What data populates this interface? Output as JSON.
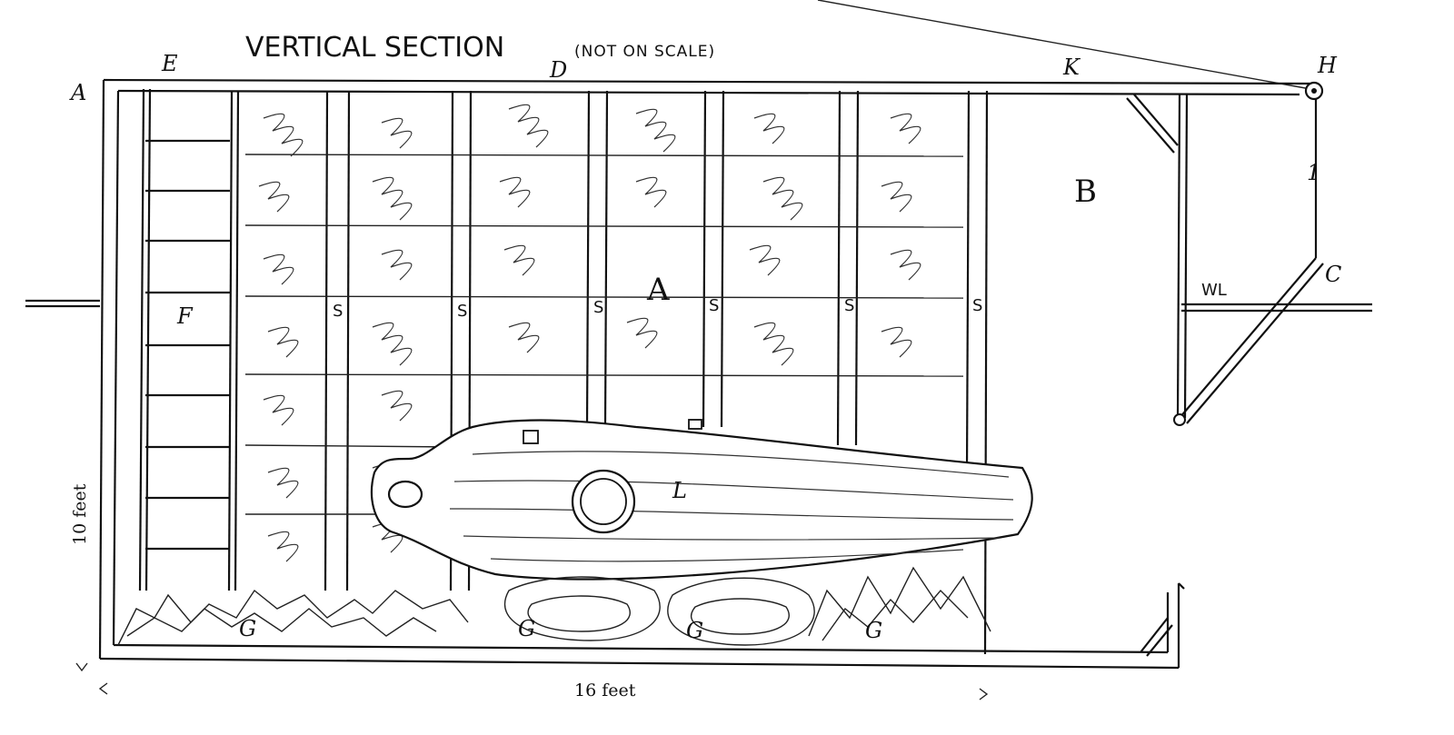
{
  "title": "VERTICAL SECTION",
  "title_note": "(NOT ON SCALE)",
  "labels": {
    "A_corner": "A",
    "A_center": "A",
    "B": "B",
    "C": "C",
    "D": "D",
    "E": "E",
    "F": "F",
    "H": "H",
    "K": "K",
    "L": "L",
    "WL": "WL",
    "rope": "1",
    "G": "G"
  },
  "stanchion_label": "S",
  "dimensions": {
    "height": "10 feet",
    "width": "16 feet"
  }
}
